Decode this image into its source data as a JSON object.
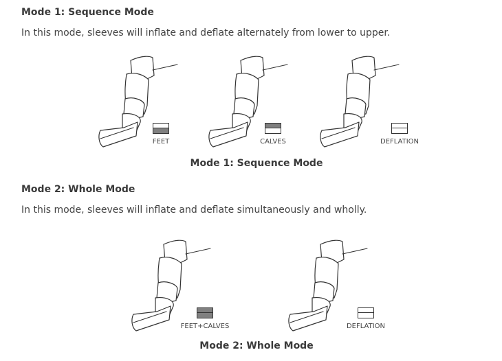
{
  "mode1": {
    "heading": "Mode 1: Sequence Mode",
    "description": "In this mode, sleeves will inflate and deflate alternately from lower to upper.",
    "caption": "Mode 1: Sequence Mode",
    "figures": [
      {
        "label": "FEET",
        "inflated": "feet"
      },
      {
        "label": "CALVES",
        "inflated": "calves"
      },
      {
        "label": "DEFLATION",
        "inflated": "none"
      }
    ]
  },
  "mode2": {
    "heading": "Mode 2: Whole Mode",
    "description": "In this mode, sleeves will inflate and deflate simultaneously and wholly.",
    "caption": "Mode 2: Whole Mode",
    "figures": [
      {
        "label": "FEET+CALVES",
        "inflated": "all"
      },
      {
        "label": "DEFLATION",
        "inflated": "none"
      }
    ]
  },
  "colors": {
    "inflated": "#808080",
    "text": "#3a3a3a"
  }
}
